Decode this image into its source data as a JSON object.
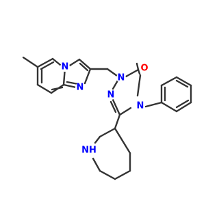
{
  "molecule": {
    "atom_labels": {
      "n_pyridine": "N",
      "n_imidazole": "N",
      "n_triazole_1": "N",
      "n_triazole_2": "N",
      "n_triazole_4": "N",
      "o_carbonyl": "O",
      "nh_piperidine": "NH"
    },
    "colors": {
      "bond": "#333333",
      "nitrogen": "#0000ff",
      "oxygen": "#ff0000",
      "background": "#ffffff"
    }
  }
}
